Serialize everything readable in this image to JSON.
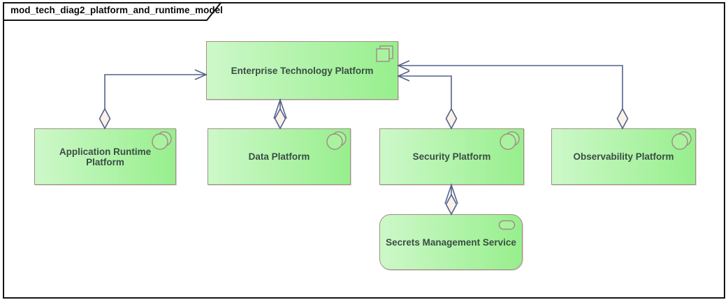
{
  "diagram": {
    "frame_title": "mod_tech_diag2_platform_and_runtime_model",
    "tool_style": "enterprise-architect-diagram-frame"
  },
  "nodes": [
    {
      "id": "enterprise",
      "label": "Enterprise Technology Platform",
      "icon": "double-square-icon",
      "shape": "rectangle"
    },
    {
      "id": "app-runtime",
      "label": "Application Runtime Platform",
      "icon": "double-circle-icon",
      "shape": "rectangle"
    },
    {
      "id": "data",
      "label": "Data Platform",
      "icon": "double-circle-icon",
      "shape": "rectangle"
    },
    {
      "id": "security",
      "label": "Security Platform",
      "icon": "double-circle-icon",
      "shape": "rectangle"
    },
    {
      "id": "observability",
      "label": "Observability Platform",
      "icon": "double-circle-icon",
      "shape": "rectangle"
    },
    {
      "id": "secrets",
      "label": "Secrets Management Service",
      "icon": "rounded-service-icon",
      "shape": "rounded-rectangle"
    }
  ],
  "connectors": [
    {
      "from": "Application Runtime Platform",
      "to": "Enterprise Technology Platform",
      "type": "aggregation",
      "diamond_end": "Application Runtime Platform",
      "arrow_end": "Enterprise Technology Platform"
    },
    {
      "from": "Data Platform",
      "to": "Enterprise Technology Platform",
      "type": "aggregation",
      "diamond_end": "Data Platform",
      "arrow_end": "Enterprise Technology Platform"
    },
    {
      "from": "Security Platform",
      "to": "Enterprise Technology Platform",
      "type": "aggregation",
      "diamond_end": "Security Platform",
      "arrow_end": "Enterprise Technology Platform"
    },
    {
      "from": "Observability Platform",
      "to": "Enterprise Technology Platform",
      "type": "aggregation",
      "diamond_end": "Observability Platform",
      "arrow_end": "Enterprise Technology Platform"
    },
    {
      "from": "Secrets Management Service",
      "to": "Security Platform",
      "type": "aggregation",
      "diamond_end": "Secrets Management Service",
      "arrow_end": "Security Platform"
    }
  ],
  "colors": {
    "node_fill_start": "#cdf8c9",
    "node_fill_end": "#97ef8d",
    "icon_fill": "#a9f39f",
    "node_border": "#a09086",
    "node_text": "#3a4d44",
    "connector_color": "#54628a",
    "diamond_fill": "#faf2e9",
    "frame_border": "#141414"
  }
}
